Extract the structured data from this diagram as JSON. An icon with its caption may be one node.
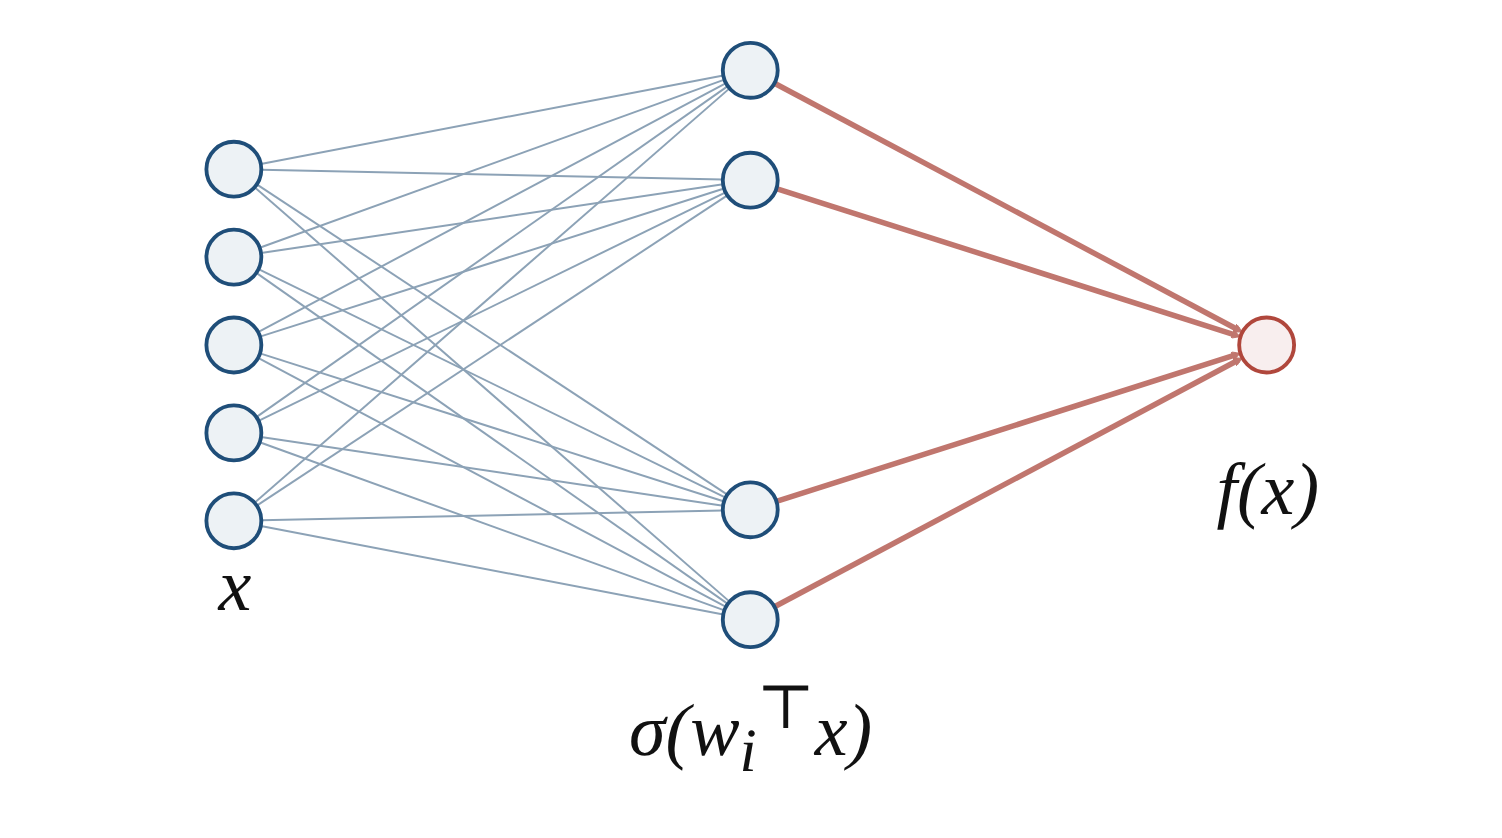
{
  "diagram": {
    "nodes": [
      {
        "text": [],
        "shape": "circle"
      },
      {
        "text": [],
        "shape": "circle"
      },
      {
        "text": [],
        "shape": "circle"
      },
      {
        "text": [],
        "shape": "circle"
      },
      {
        "text": [],
        "shape": "circle"
      },
      {
        "text": [],
        "shape": "circle"
      },
      {
        "text": [],
        "shape": "circle"
      },
      {
        "text": [],
        "shape": "circle"
      },
      {
        "text": [],
        "shape": "circle"
      },
      {
        "text": [],
        "shape": "circle",
        "beside": [
          "f(x)"
        ]
      }
    ],
    "edges": [
      {
        "from": 0,
        "to": 5,
        "arrow": "none"
      },
      {
        "from": 0,
        "to": 6,
        "arrow": "none"
      },
      {
        "from": 0,
        "to": 7,
        "arrow": "none"
      },
      {
        "from": 0,
        "to": 8,
        "arrow": "none"
      },
      {
        "from": 1,
        "to": 5,
        "arrow": "none"
      },
      {
        "from": 1,
        "to": 6,
        "arrow": "none"
      },
      {
        "from": 1,
        "to": 7,
        "arrow": "none"
      },
      {
        "from": 1,
        "to": 8,
        "arrow": "none"
      },
      {
        "from": 2,
        "to": 5,
        "arrow": "none"
      },
      {
        "from": 2,
        "to": 6,
        "arrow": "none"
      },
      {
        "from": 2,
        "to": 7,
        "arrow": "none"
      },
      {
        "from": 2,
        "to": 8,
        "arrow": "none"
      },
      {
        "from": 3,
        "to": 5,
        "arrow": "none"
      },
      {
        "from": 3,
        "to": 6,
        "arrow": "none"
      },
      {
        "from": 3,
        "to": 7,
        "arrow": "none"
      },
      {
        "from": 3,
        "to": 8,
        "arrow": "none"
      },
      {
        "from": 4,
        "to": 5,
        "arrow": "none"
      },
      {
        "from": 4,
        "to": 6,
        "arrow": "none"
      },
      {
        "from": 4,
        "to": 7,
        "arrow": "none"
      },
      {
        "from": 4,
        "to": 8,
        "arrow": "none"
      },
      {
        "from": 5,
        "to": 9,
        "arrow": "to",
        "style": "thick",
        "color": "#c0766e"
      },
      {
        "from": 6,
        "to": 9,
        "arrow": "to",
        "style": "thick",
        "color": "#c0766e"
      },
      {
        "from": 7,
        "to": 9,
        "arrow": "to",
        "style": "thick",
        "color": "#c0766e"
      },
      {
        "from": 8,
        "to": 9,
        "arrow": "to",
        "style": "thick",
        "color": "#c0766e"
      }
    ],
    "labels": [
      "x",
      "σ(w$_{i}$$^{⊤}$x)"
    ]
  }
}
